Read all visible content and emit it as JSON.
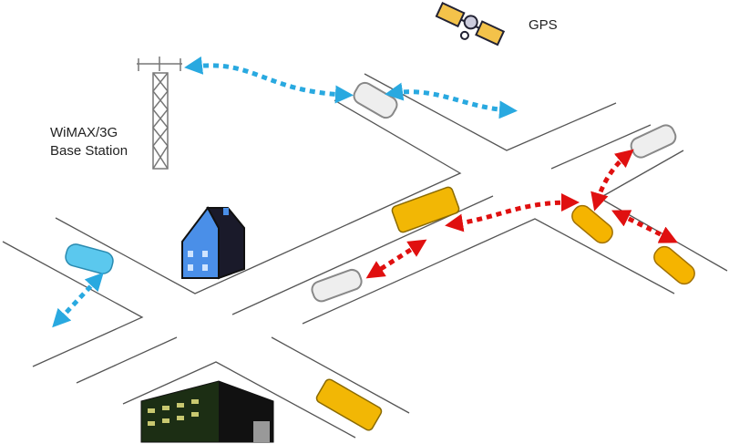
{
  "labels": {
    "gps": "GPS",
    "base_station_line1": "WiMAX/3G",
    "base_station_line2": "Base Station"
  },
  "colors": {
    "v2i_link": "#29a9e0",
    "v2v_link": "#e01010",
    "road": "#555555",
    "taxi": "#f5b400",
    "bus": "#f2b705",
    "house": "#4a8fe8"
  }
}
